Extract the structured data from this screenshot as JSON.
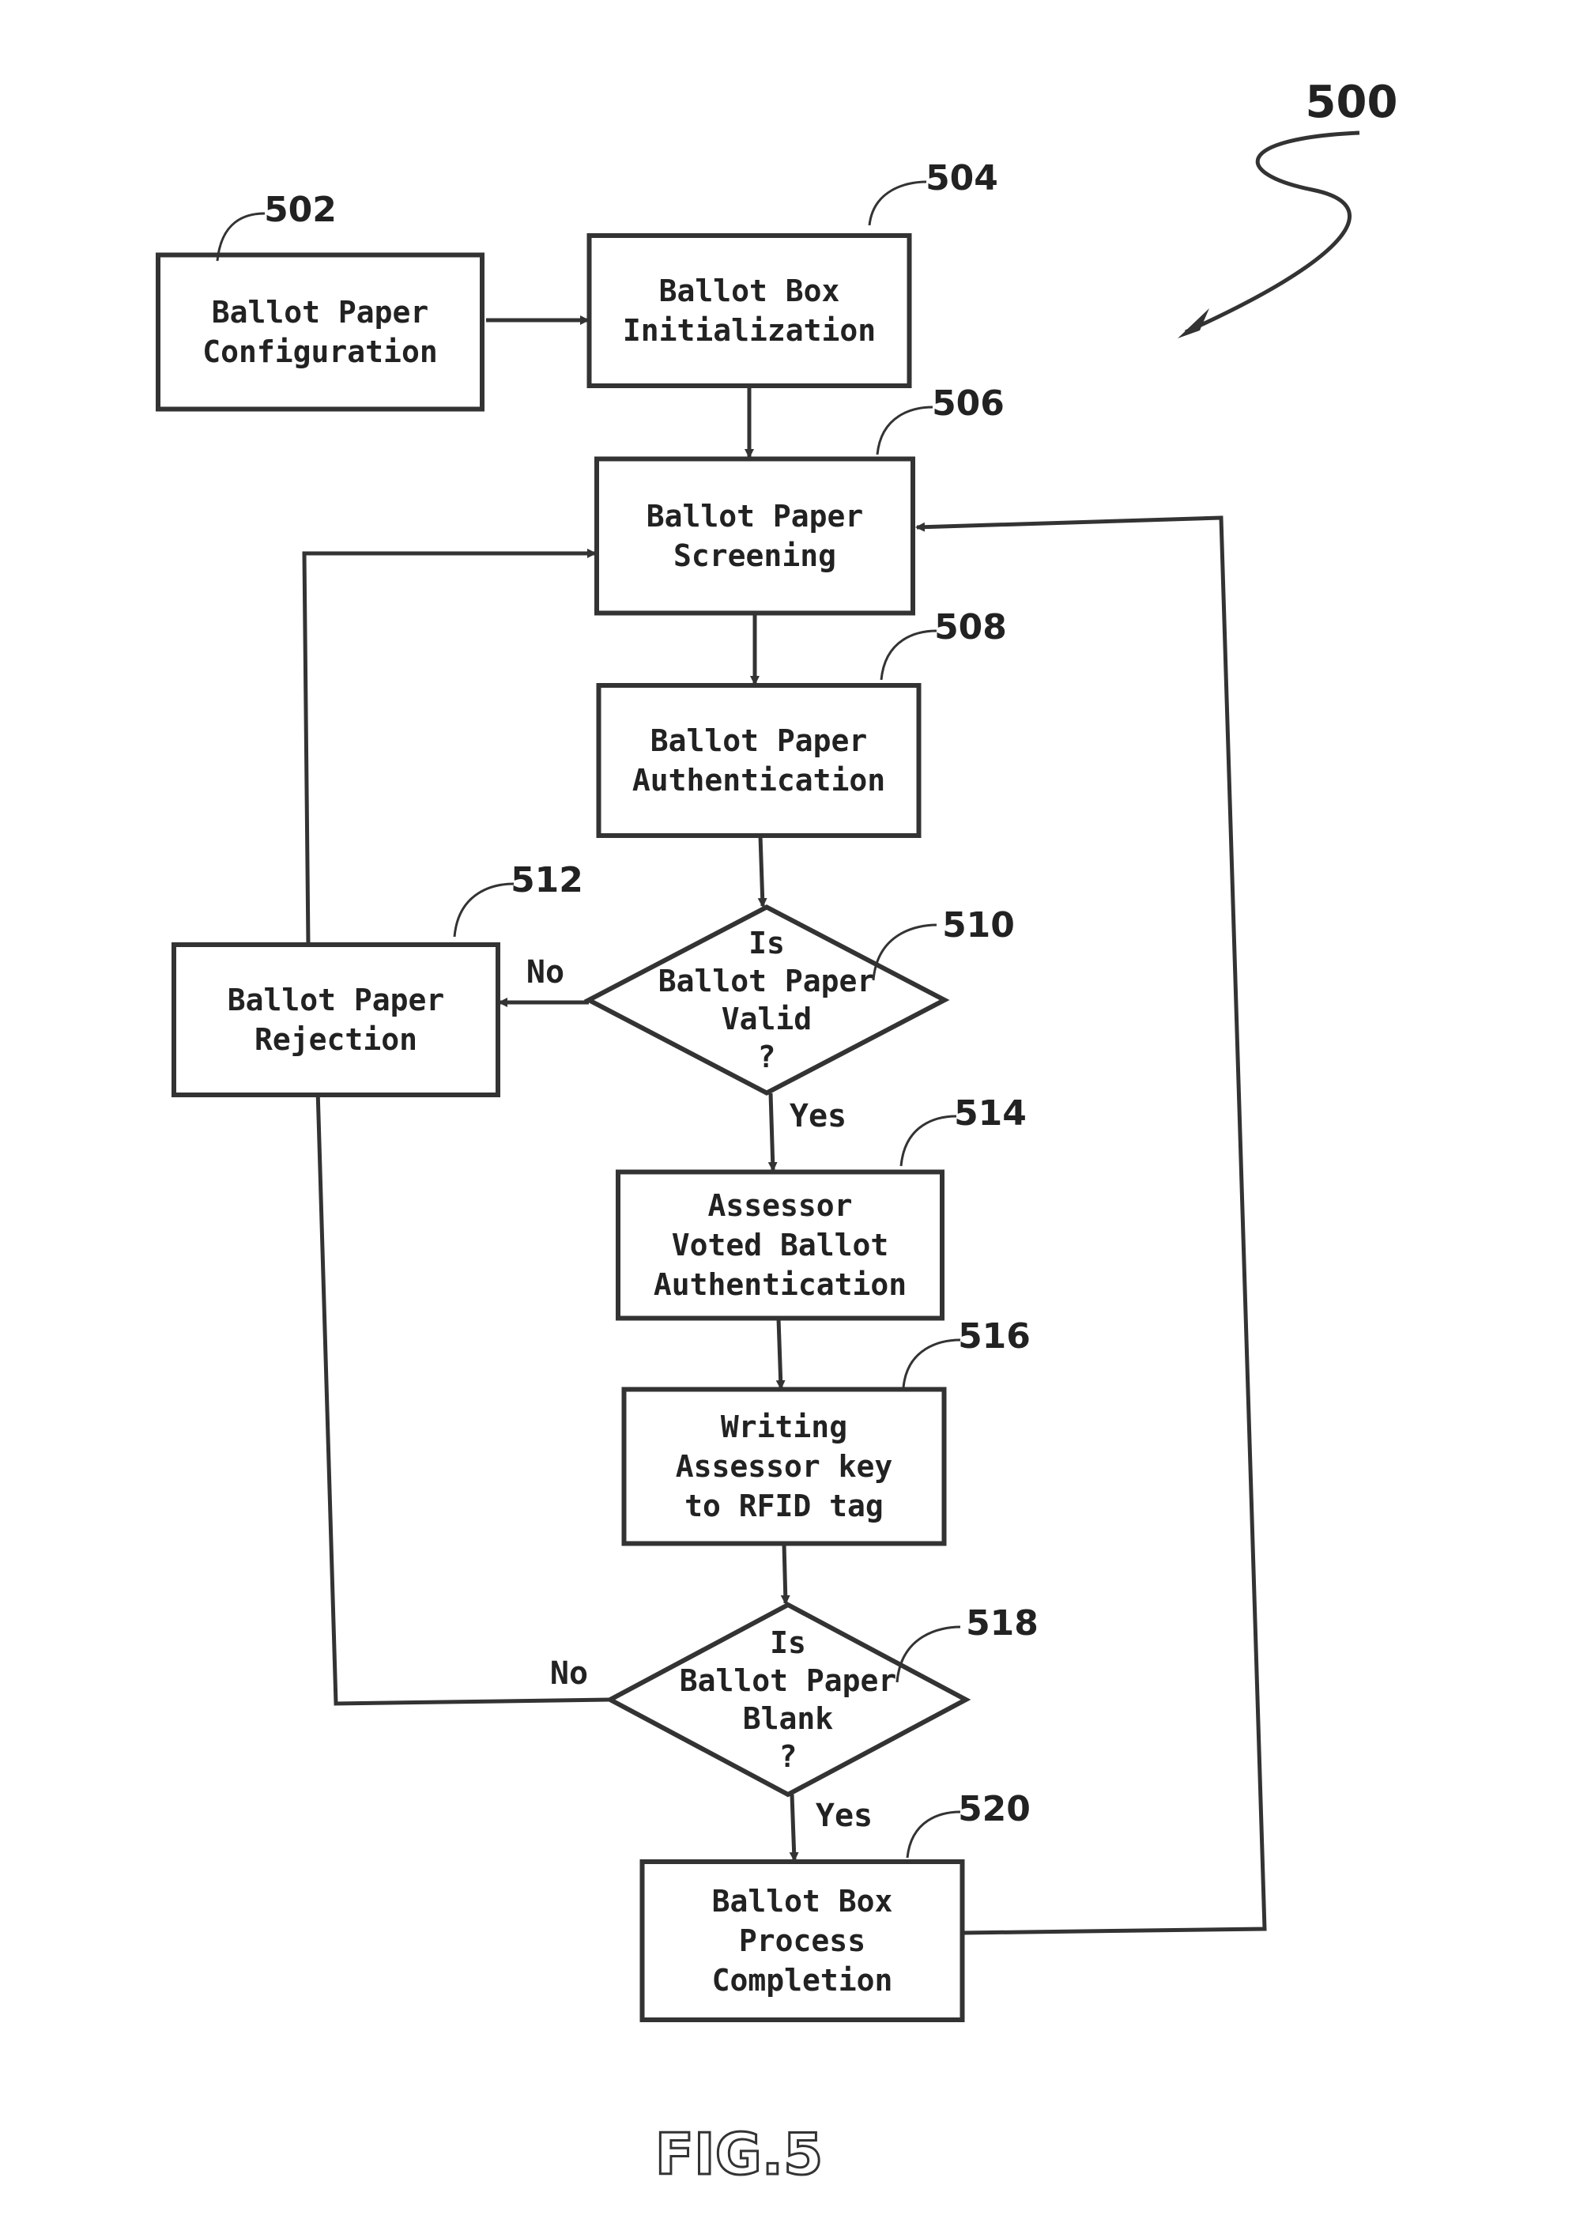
{
  "figure": {
    "number": "500",
    "caption": "FIG.5"
  },
  "nodes": [
    {
      "id": "502",
      "shape": "rect",
      "ref": "502",
      "lines": [
        "Ballot Paper",
        "Configuration"
      ]
    },
    {
      "id": "504",
      "shape": "rect",
      "ref": "504",
      "lines": [
        "Ballot Box",
        "Initialization"
      ]
    },
    {
      "id": "506",
      "shape": "rect",
      "ref": "506",
      "lines": [
        "Ballot Paper",
        "Screening"
      ]
    },
    {
      "id": "508",
      "shape": "rect",
      "ref": "508",
      "lines": [
        "Ballot Paper",
        "Authentication"
      ]
    },
    {
      "id": "510",
      "shape": "diamond",
      "ref": "510",
      "lines": [
        "Is",
        "Ballot Paper",
        "Valid",
        "?"
      ]
    },
    {
      "id": "512",
      "shape": "rect",
      "ref": "512",
      "lines": [
        "Ballot Paper",
        "Rejection"
      ]
    },
    {
      "id": "514",
      "shape": "rect",
      "ref": "514",
      "lines": [
        "Assessor",
        "Voted Ballot",
        "Authentication"
      ]
    },
    {
      "id": "516",
      "shape": "rect",
      "ref": "516",
      "lines": [
        "Writing",
        "Assessor key",
        "to RFID tag"
      ]
    },
    {
      "id": "518",
      "shape": "diamond",
      "ref": "518",
      "lines": [
        "Is",
        "Ballot Paper",
        "Blank",
        "?"
      ]
    },
    {
      "id": "520",
      "shape": "rect",
      "ref": "520",
      "lines": [
        "Ballot Box",
        "Process",
        "Completion"
      ]
    }
  ],
  "edges": [
    {
      "from": "502",
      "to": "504",
      "label": ""
    },
    {
      "from": "504",
      "to": "506",
      "label": ""
    },
    {
      "from": "506",
      "to": "508",
      "label": ""
    },
    {
      "from": "508",
      "to": "510",
      "label": ""
    },
    {
      "from": "510",
      "to": "512",
      "label": "No"
    },
    {
      "from": "510",
      "to": "514",
      "label": "Yes"
    },
    {
      "from": "512",
      "to": "506",
      "label": ""
    },
    {
      "from": "514",
      "to": "516",
      "label": ""
    },
    {
      "from": "516",
      "to": "518",
      "label": ""
    },
    {
      "from": "518",
      "to": "512",
      "label": "No"
    },
    {
      "from": "518",
      "to": "520",
      "label": "Yes"
    },
    {
      "from": "520",
      "to": "506",
      "label": ""
    }
  ]
}
